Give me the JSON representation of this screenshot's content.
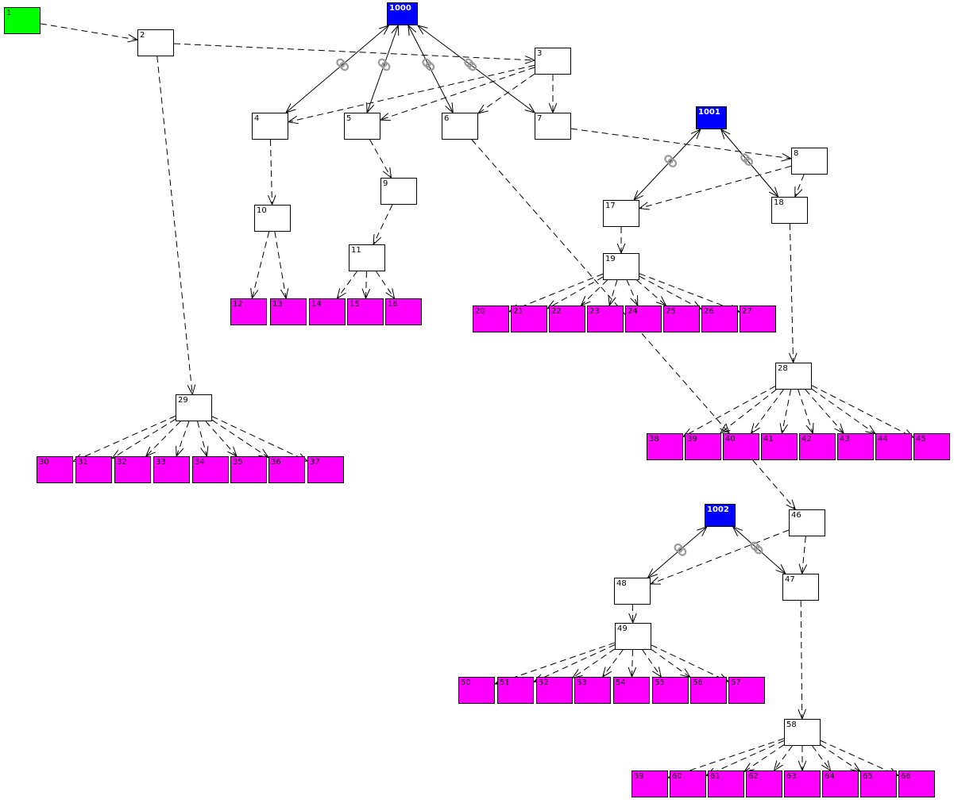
{
  "colors": {
    "start": "#00ff00",
    "hub": "#0000ff",
    "leaf": "#ff00ff",
    "box": "#ffffff",
    "edge": "#000000"
  },
  "icons": {
    "link": "chain-link-icon"
  },
  "nodes": {
    "n1": "1",
    "n2": "2",
    "n3": "3",
    "n4": "4",
    "n5": "5",
    "n6": "6",
    "n7": "7",
    "n8": "8",
    "n9": "9",
    "n10": "10",
    "n11": "11",
    "n12": "12",
    "n13": "13",
    "n14": "14",
    "n15": "15",
    "n16": "16",
    "n17": "17",
    "n18": "18",
    "n19": "19",
    "n20": "20",
    "n21": "21",
    "n22": "22",
    "n23": "23",
    "n24": "24",
    "n25": "25",
    "n26": "26",
    "n27": "27",
    "n28": "28",
    "n29": "29",
    "n30": "30",
    "n31": "31",
    "n32": "32",
    "n33": "33",
    "n34": "34",
    "n35": "35",
    "n36": "36",
    "n37": "37",
    "n38": "38",
    "n39": "39",
    "n40": "40",
    "n41": "41",
    "n42": "42",
    "n43": "43",
    "n44": "44",
    "n45": "45",
    "n46": "46",
    "n47": "47",
    "n48": "48",
    "n49": "49",
    "n50": "50",
    "n51": "51",
    "n52": "52",
    "n53": "53",
    "n54": "54",
    "n55": "55",
    "n56": "56",
    "n57": "57",
    "n58": "58",
    "n59": "59",
    "n60": "60",
    "n61": "61",
    "n62": "62",
    "n63": "63",
    "n64": "64",
    "n65": "65",
    "n66": "66",
    "n1000": "1000",
    "n1001": "1001",
    "n1002": "1002"
  },
  "edges": [
    [
      "n1",
      "n2",
      "dashed"
    ],
    [
      "n2",
      "n3",
      "dashed"
    ],
    [
      "n2",
      "n29",
      "dashed"
    ],
    [
      "n3",
      "n4",
      "dashed"
    ],
    [
      "n3",
      "n5",
      "dashed"
    ],
    [
      "n3",
      "n6",
      "dashed"
    ],
    [
      "n3",
      "n7",
      "dashed"
    ],
    [
      "n7",
      "n8",
      "dashed"
    ],
    [
      "n6",
      "n40",
      "dashed"
    ],
    [
      "n4",
      "n10",
      "dashed"
    ],
    [
      "n5",
      "n9",
      "dashed"
    ],
    [
      "n9",
      "n11",
      "dashed"
    ],
    [
      "n10",
      "n12",
      "dashed"
    ],
    [
      "n10",
      "n13",
      "dashed"
    ],
    [
      "n11",
      "n14",
      "dashed"
    ],
    [
      "n11",
      "n15",
      "dashed"
    ],
    [
      "n11",
      "n16",
      "dashed"
    ],
    [
      "n8",
      "n17",
      "dashed"
    ],
    [
      "n8",
      "n18",
      "dashed"
    ],
    [
      "n17",
      "n19",
      "dashed"
    ],
    [
      "n18",
      "n28",
      "dashed"
    ],
    [
      "n19",
      "n20",
      "dashed"
    ],
    [
      "n19",
      "n21",
      "dashed"
    ],
    [
      "n19",
      "n22",
      "dashed"
    ],
    [
      "n19",
      "n23",
      "dashed"
    ],
    [
      "n19",
      "n24",
      "dashed"
    ],
    [
      "n19",
      "n25",
      "dashed"
    ],
    [
      "n19",
      "n26",
      "dashed"
    ],
    [
      "n19",
      "n27",
      "dashed"
    ],
    [
      "n28",
      "n38",
      "dashed"
    ],
    [
      "n28",
      "n39",
      "dashed"
    ],
    [
      "n28",
      "n40",
      "dashed"
    ],
    [
      "n28",
      "n41",
      "dashed"
    ],
    [
      "n28",
      "n42",
      "dashed"
    ],
    [
      "n28",
      "n43",
      "dashed"
    ],
    [
      "n28",
      "n44",
      "dashed"
    ],
    [
      "n28",
      "n45",
      "dashed"
    ],
    [
      "n29",
      "n30",
      "dashed"
    ],
    [
      "n29",
      "n31",
      "dashed"
    ],
    [
      "n29",
      "n32",
      "dashed"
    ],
    [
      "n29",
      "n33",
      "dashed"
    ],
    [
      "n29",
      "n34",
      "dashed"
    ],
    [
      "n29",
      "n35",
      "dashed"
    ],
    [
      "n29",
      "n36",
      "dashed"
    ],
    [
      "n29",
      "n37",
      "dashed"
    ],
    [
      "n40",
      "n46",
      "dashed"
    ],
    [
      "n46",
      "n47",
      "dashed"
    ],
    [
      "n46",
      "n48",
      "dashed"
    ],
    [
      "n48",
      "n49",
      "dashed"
    ],
    [
      "n47",
      "n58",
      "dashed"
    ],
    [
      "n49",
      "n50",
      "dashed"
    ],
    [
      "n49",
      "n51",
      "dashed"
    ],
    [
      "n49",
      "n52",
      "dashed"
    ],
    [
      "n49",
      "n53",
      "dashed"
    ],
    [
      "n49",
      "n54",
      "dashed"
    ],
    [
      "n49",
      "n55",
      "dashed"
    ],
    [
      "n49",
      "n56",
      "dashed"
    ],
    [
      "n49",
      "n57",
      "dashed"
    ],
    [
      "n58",
      "n59",
      "dashed"
    ],
    [
      "n58",
      "n60",
      "dashed"
    ],
    [
      "n58",
      "n61",
      "dashed"
    ],
    [
      "n58",
      "n62",
      "dashed"
    ],
    [
      "n58",
      "n63",
      "dashed"
    ],
    [
      "n58",
      "n64",
      "dashed"
    ],
    [
      "n58",
      "n65",
      "dashed"
    ],
    [
      "n58",
      "n66",
      "dashed"
    ],
    [
      "n1000",
      "n4",
      "solid-link"
    ],
    [
      "n1000",
      "n5",
      "solid-link"
    ],
    [
      "n1000",
      "n6",
      "solid-link"
    ],
    [
      "n1000",
      "n7",
      "solid-link"
    ],
    [
      "n1001",
      "n17",
      "solid-link"
    ],
    [
      "n1001",
      "n18",
      "solid-link"
    ],
    [
      "n1002",
      "n48",
      "solid-link"
    ],
    [
      "n1002",
      "n47",
      "solid-link"
    ]
  ]
}
